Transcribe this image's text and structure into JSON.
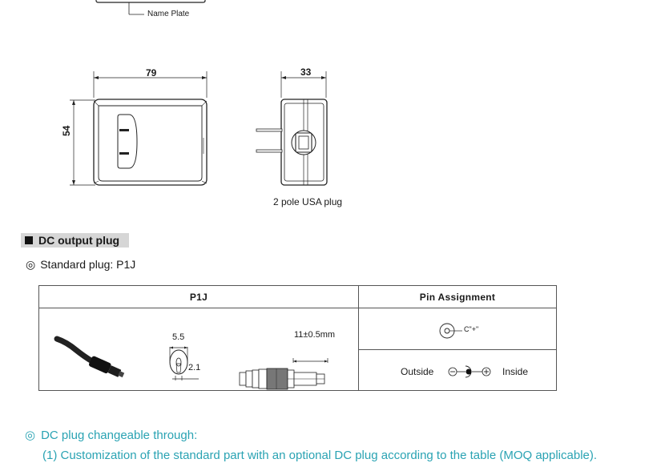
{
  "top_drawing": {
    "name_plate_label": "Name Plate"
  },
  "front_view": {
    "width_dim": "79",
    "height_dim": "54"
  },
  "side_view": {
    "depth_dim": "33",
    "caption": "2 pole USA plug"
  },
  "dc_section": {
    "title": "DC output plug",
    "standard_plug": "Standard plug: P1J"
  },
  "pin_table": {
    "col1_header": "P1J",
    "col2_header": "Pin Assignment",
    "dim_diameter": "5.5",
    "dim_pin": "2.1",
    "dim_length": "11±0.5mm",
    "center_label": "C\"+\"",
    "outside_label": "Outside",
    "inside_label": "Inside"
  },
  "changeable": {
    "title": "DC plug changeable through:",
    "note1": "(1) Customization of the standard part with an optional DC plug according to the table (MOQ applicable)."
  },
  "colors": {
    "accent_teal": "#2aa3b3",
    "header_gray": "#d6d6d6"
  }
}
